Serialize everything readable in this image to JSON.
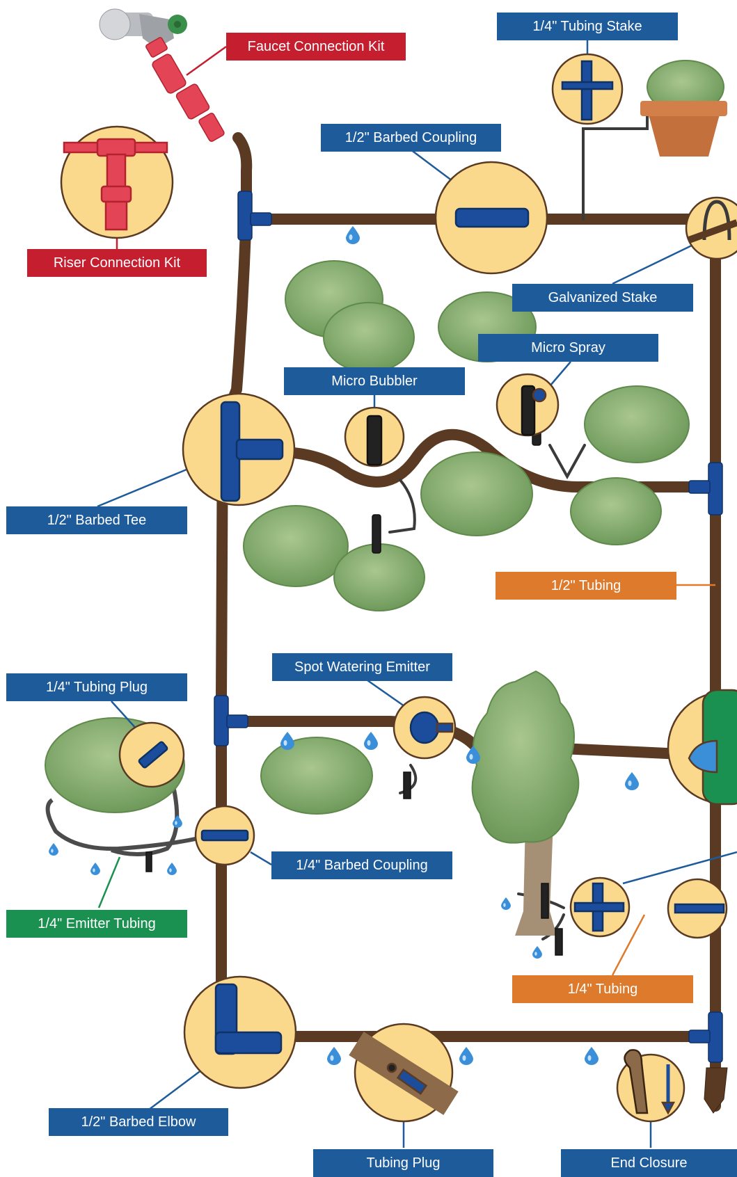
{
  "colors": {
    "tubing": "#5a3a22",
    "fitting": "#1b4d9c",
    "callout_fill": "#fbd98c",
    "label_blue": "#1d5b9b",
    "label_red": "#c41e2f",
    "label_orange": "#de7a2c",
    "label_green": "#1a9150",
    "shrub": "#8fb277",
    "water": "#3b8fd8"
  },
  "labels": {
    "faucet_connection_kit": "Faucet Connection Kit",
    "riser_connection_kit": "Riser Connection Kit",
    "tubing_stake_quarter": "1/4\" Tubing Stake",
    "barbed_coupling_half": "1/2\" Barbed Coupling",
    "galvanized_stake": "Galvanized Stake",
    "micro_spray": "Micro Spray",
    "micro_bubbler": "Micro Bubbler",
    "barbed_tee_half": "1/2\" Barbed Tee",
    "tubing_half": "1/2\" Tubing",
    "spot_watering_emitter": "Spot Watering Emitter",
    "tubing_plug_quarter": "1/4\" Tubing Plug",
    "barbed_coupling_quarter": "1/4\" Barbed Coupling",
    "emitter_tubing_quarter": "1/4\" Emitter Tubing",
    "tubing_quarter": "1/4\" Tubing",
    "barbed_elbow_half": "1/2\" Barbed Elbow",
    "tubing_plug": "Tubing Plug",
    "end_closure": "End Closure"
  }
}
